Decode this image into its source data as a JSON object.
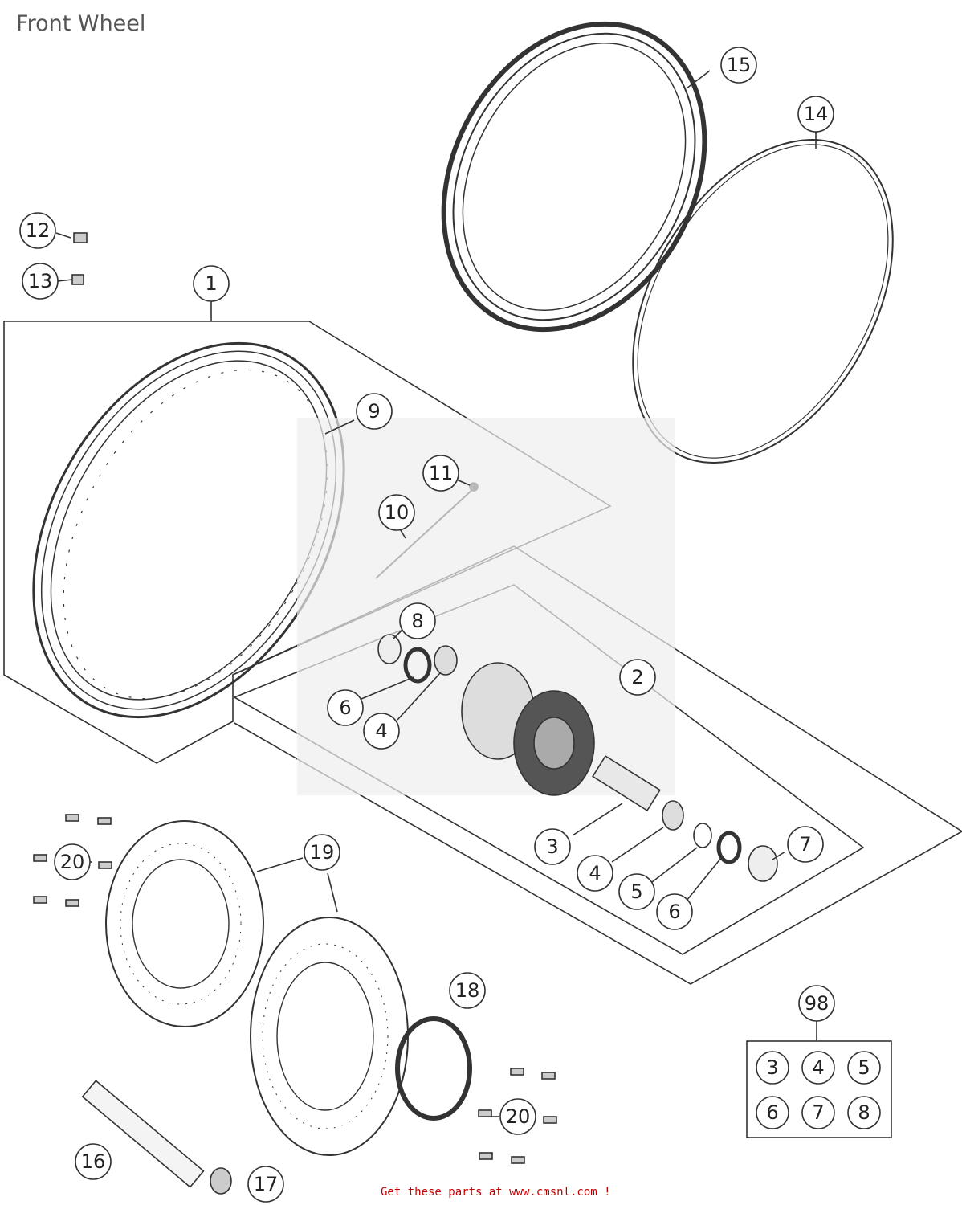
{
  "title": "Front Wheel",
  "footer": "Get these parts at www.cmsnl.com !",
  "callouts": {
    "c1": "1",
    "c2": "2",
    "c3": "3",
    "c4a": "4",
    "c4b": "4",
    "c5": "5",
    "c6a": "6",
    "c6b": "6",
    "c7": "7",
    "c8": "8",
    "c9": "9",
    "c10": "10",
    "c11": "11",
    "c12": "12",
    "c13": "13",
    "c14": "14",
    "c15": "15",
    "c16": "16",
    "c17": "17",
    "c18": "18",
    "c19": "19",
    "c20a": "20",
    "c20b": "20",
    "c98": "98"
  },
  "kit": [
    "3",
    "4",
    "5",
    "6",
    "7",
    "8"
  ]
}
